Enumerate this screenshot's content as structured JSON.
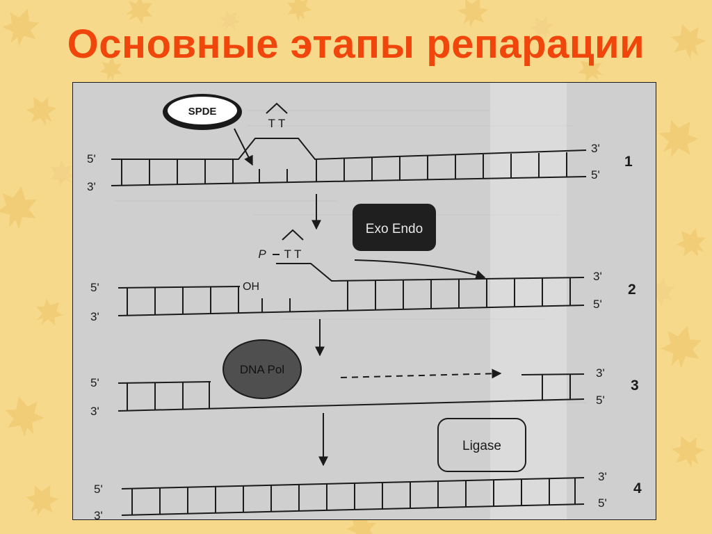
{
  "title": "Основные этапы репарации",
  "colors": {
    "title": "#f0460c",
    "background": "#f6d98a",
    "figure_bg": "#cfcfcf",
    "strand": "#1a1a1a",
    "exo_endo_fill": "#1f1f1f",
    "dna_pol_fill": "#4f4f4f"
  },
  "steps": [
    {
      "number": "1",
      "top_left": "5'",
      "bottom_left": "3'",
      "top_right": "3'",
      "bottom_right": "5'",
      "dimer": "T T",
      "enzyme": "SPDE"
    },
    {
      "number": "2",
      "top_left": "5'",
      "bottom_left": "3'",
      "top_right": "3'",
      "bottom_right": "5'",
      "dimer_prefix": "P",
      "dimer": "T T",
      "oh": "OH",
      "enzyme": "Exo Endo"
    },
    {
      "number": "3",
      "top_left": "5'",
      "bottom_left": "3'",
      "top_right": "3'",
      "bottom_right": "5'",
      "enzyme": "DNA Pol"
    },
    {
      "number": "4",
      "top_left": "5'",
      "bottom_left": "3'",
      "top_right": "3'",
      "bottom_right": "5'",
      "enzyme": "Ligase"
    }
  ]
}
